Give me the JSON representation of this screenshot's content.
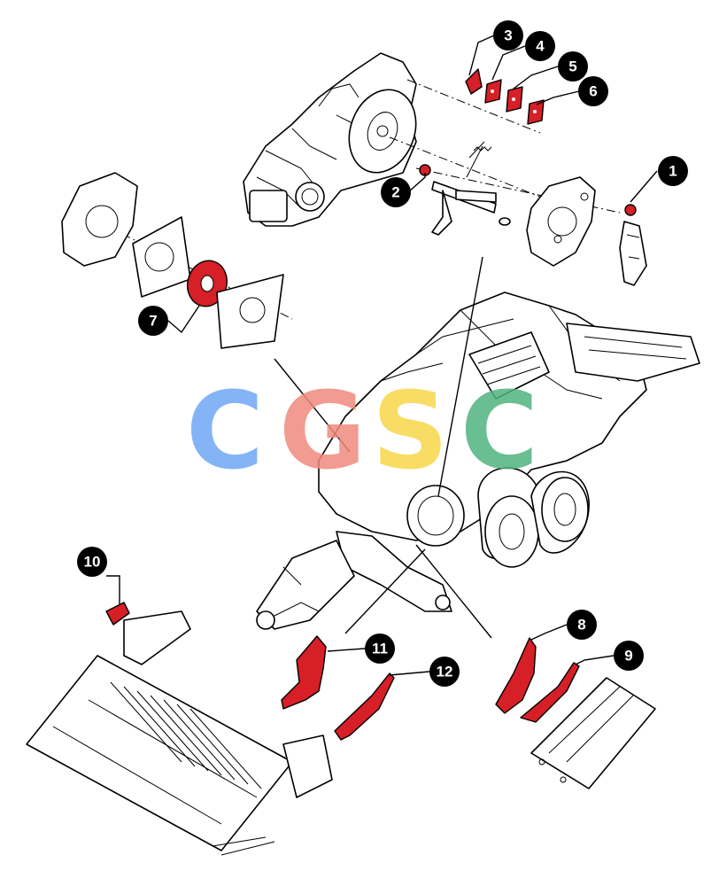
{
  "watermark": {
    "letters": [
      "C",
      "G",
      "S",
      "C"
    ],
    "colors": [
      "#6fa8f5",
      "#f08a7e",
      "#f7d64a",
      "#4fb37f"
    ]
  },
  "callouts": [
    {
      "id": "1",
      "label": "1"
    },
    {
      "id": "2",
      "label": "2"
    },
    {
      "id": "3",
      "label": "3"
    },
    {
      "id": "4",
      "label": "4"
    },
    {
      "id": "5",
      "label": "5"
    },
    {
      "id": "6",
      "label": "6"
    },
    {
      "id": "7",
      "label": "7"
    },
    {
      "id": "8",
      "label": "8"
    },
    {
      "id": "9",
      "label": "9"
    },
    {
      "id": "10",
      "label": "10"
    },
    {
      "id": "11",
      "label": "11"
    },
    {
      "id": "12",
      "label": "12"
    }
  ],
  "highlight_color": "#d61f26"
}
